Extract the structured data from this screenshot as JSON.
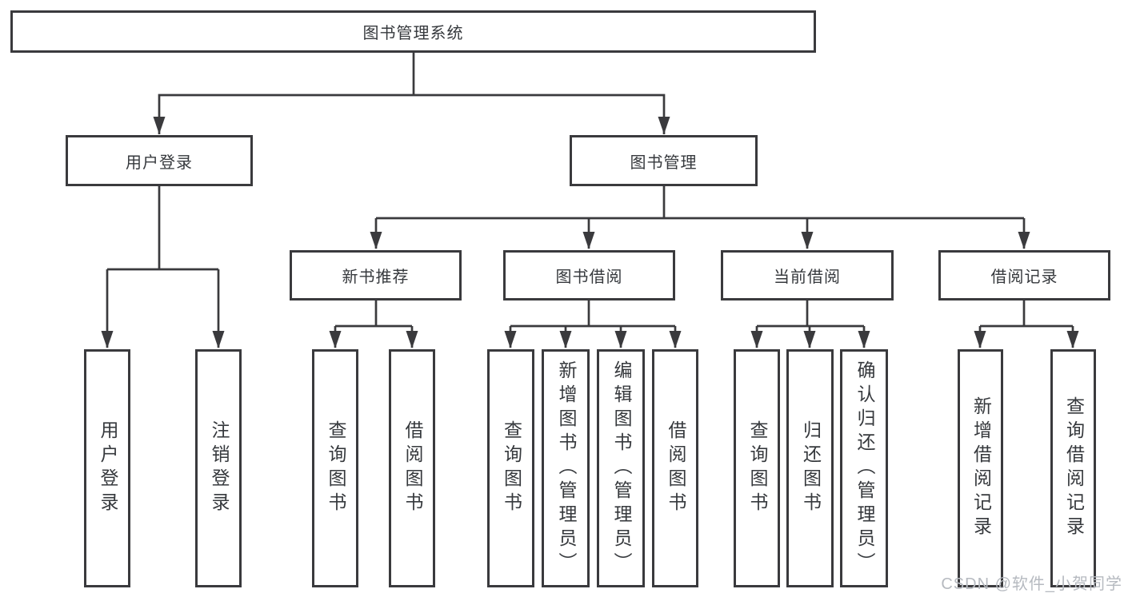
{
  "diagram": {
    "root": "图书管理系统",
    "branches": {
      "user_login": {
        "label": "用户登录",
        "children": [
          "用户登录",
          "注销登录"
        ]
      },
      "book_management": {
        "label": "图书管理",
        "sections": [
          {
            "label": "新书推荐",
            "children": [
              "查询图书",
              "借阅图书"
            ]
          },
          {
            "label": "图书借阅",
            "children": [
              "查询图书",
              "新增图书（管理员）",
              "编辑图书（管理员）",
              "借阅图书"
            ]
          },
          {
            "label": "当前借阅",
            "children": [
              "查询图书",
              "归还图书",
              "确认归还（管理员）"
            ]
          },
          {
            "label": "借阅记录",
            "children": [
              "新增借阅记录",
              "查询借阅记录"
            ]
          }
        ]
      }
    },
    "watermark": "CSDN @软件_小贺同学"
  },
  "colors": {
    "line": "#3a3a3d",
    "text": "#36393d",
    "background": "#ffffff",
    "watermark": "#b6bac0"
  }
}
